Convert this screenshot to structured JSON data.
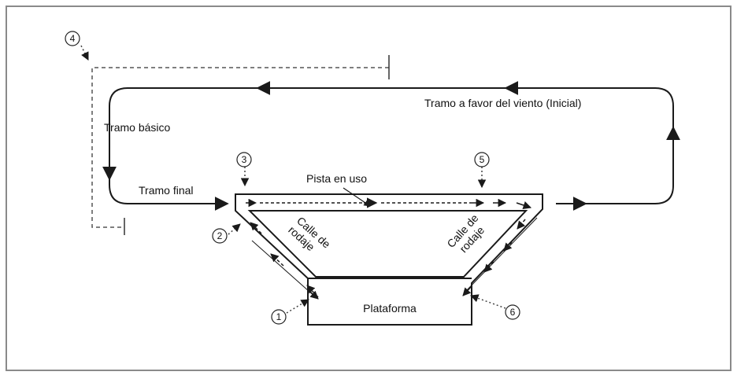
{
  "labels": {
    "downwind": "Tramo a favor del viento (Inicial)",
    "base": "Tramo básico",
    "final": "Tramo final",
    "runway": "Pista en uso",
    "taxi_left": [
      "Calle de",
      "rodaje"
    ],
    "taxi_right": [
      "Calle de",
      "rodaje"
    ],
    "apron": "Plataforma"
  },
  "markers": [
    "1",
    "2",
    "3",
    "4",
    "5",
    "6"
  ],
  "colors": {
    "line": "#1a1a1a",
    "dashed": "#555555",
    "frame": "#8a8a8a",
    "background": "#ffffff"
  }
}
